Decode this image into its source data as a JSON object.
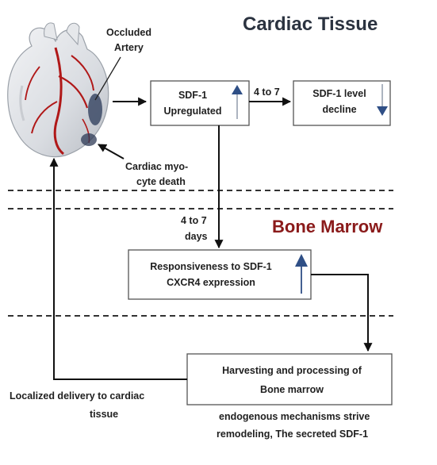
{
  "sections": {
    "cardiac_title": "Cardiac Tissue",
    "marrow_title": "Bone Marrow"
  },
  "heart_labels": {
    "occluded_line1": "Occluded",
    "occluded_line2": "Artery",
    "death_line1": "Cardiac myo-",
    "death_line2": "cyte death"
  },
  "boxes": {
    "sdf_up_line1": "SDF-1",
    "sdf_up_line2": "Upregulated",
    "sdf_decline_line1": "SDF-1 level",
    "sdf_decline_line2": "decline",
    "responsiveness_line1": "Responsiveness to SDF-1",
    "responsiveness_line2": "CXCR4 expression",
    "harvest_line1": "Harvesting and processing of",
    "harvest_line2": "Bone marrow"
  },
  "arrows": {
    "horizontal_label": "4 to 7",
    "vertical_label_line1": "4 to 7",
    "vertical_label_line2": "days"
  },
  "delivery": {
    "line1": "Localized delivery to cardiac",
    "line2": "tissue"
  },
  "footer": {
    "line1": "endogenous mechanisms strive",
    "line2": "remodeling, The secreted SDF-1"
  },
  "colors": {
    "indicator_arrow": "#2f4f86",
    "artery": "#b01818",
    "marrow_title": "#8a1a1a"
  },
  "icons": [
    "heart-illustration",
    "up-arrow-icon",
    "down-arrow-icon"
  ]
}
